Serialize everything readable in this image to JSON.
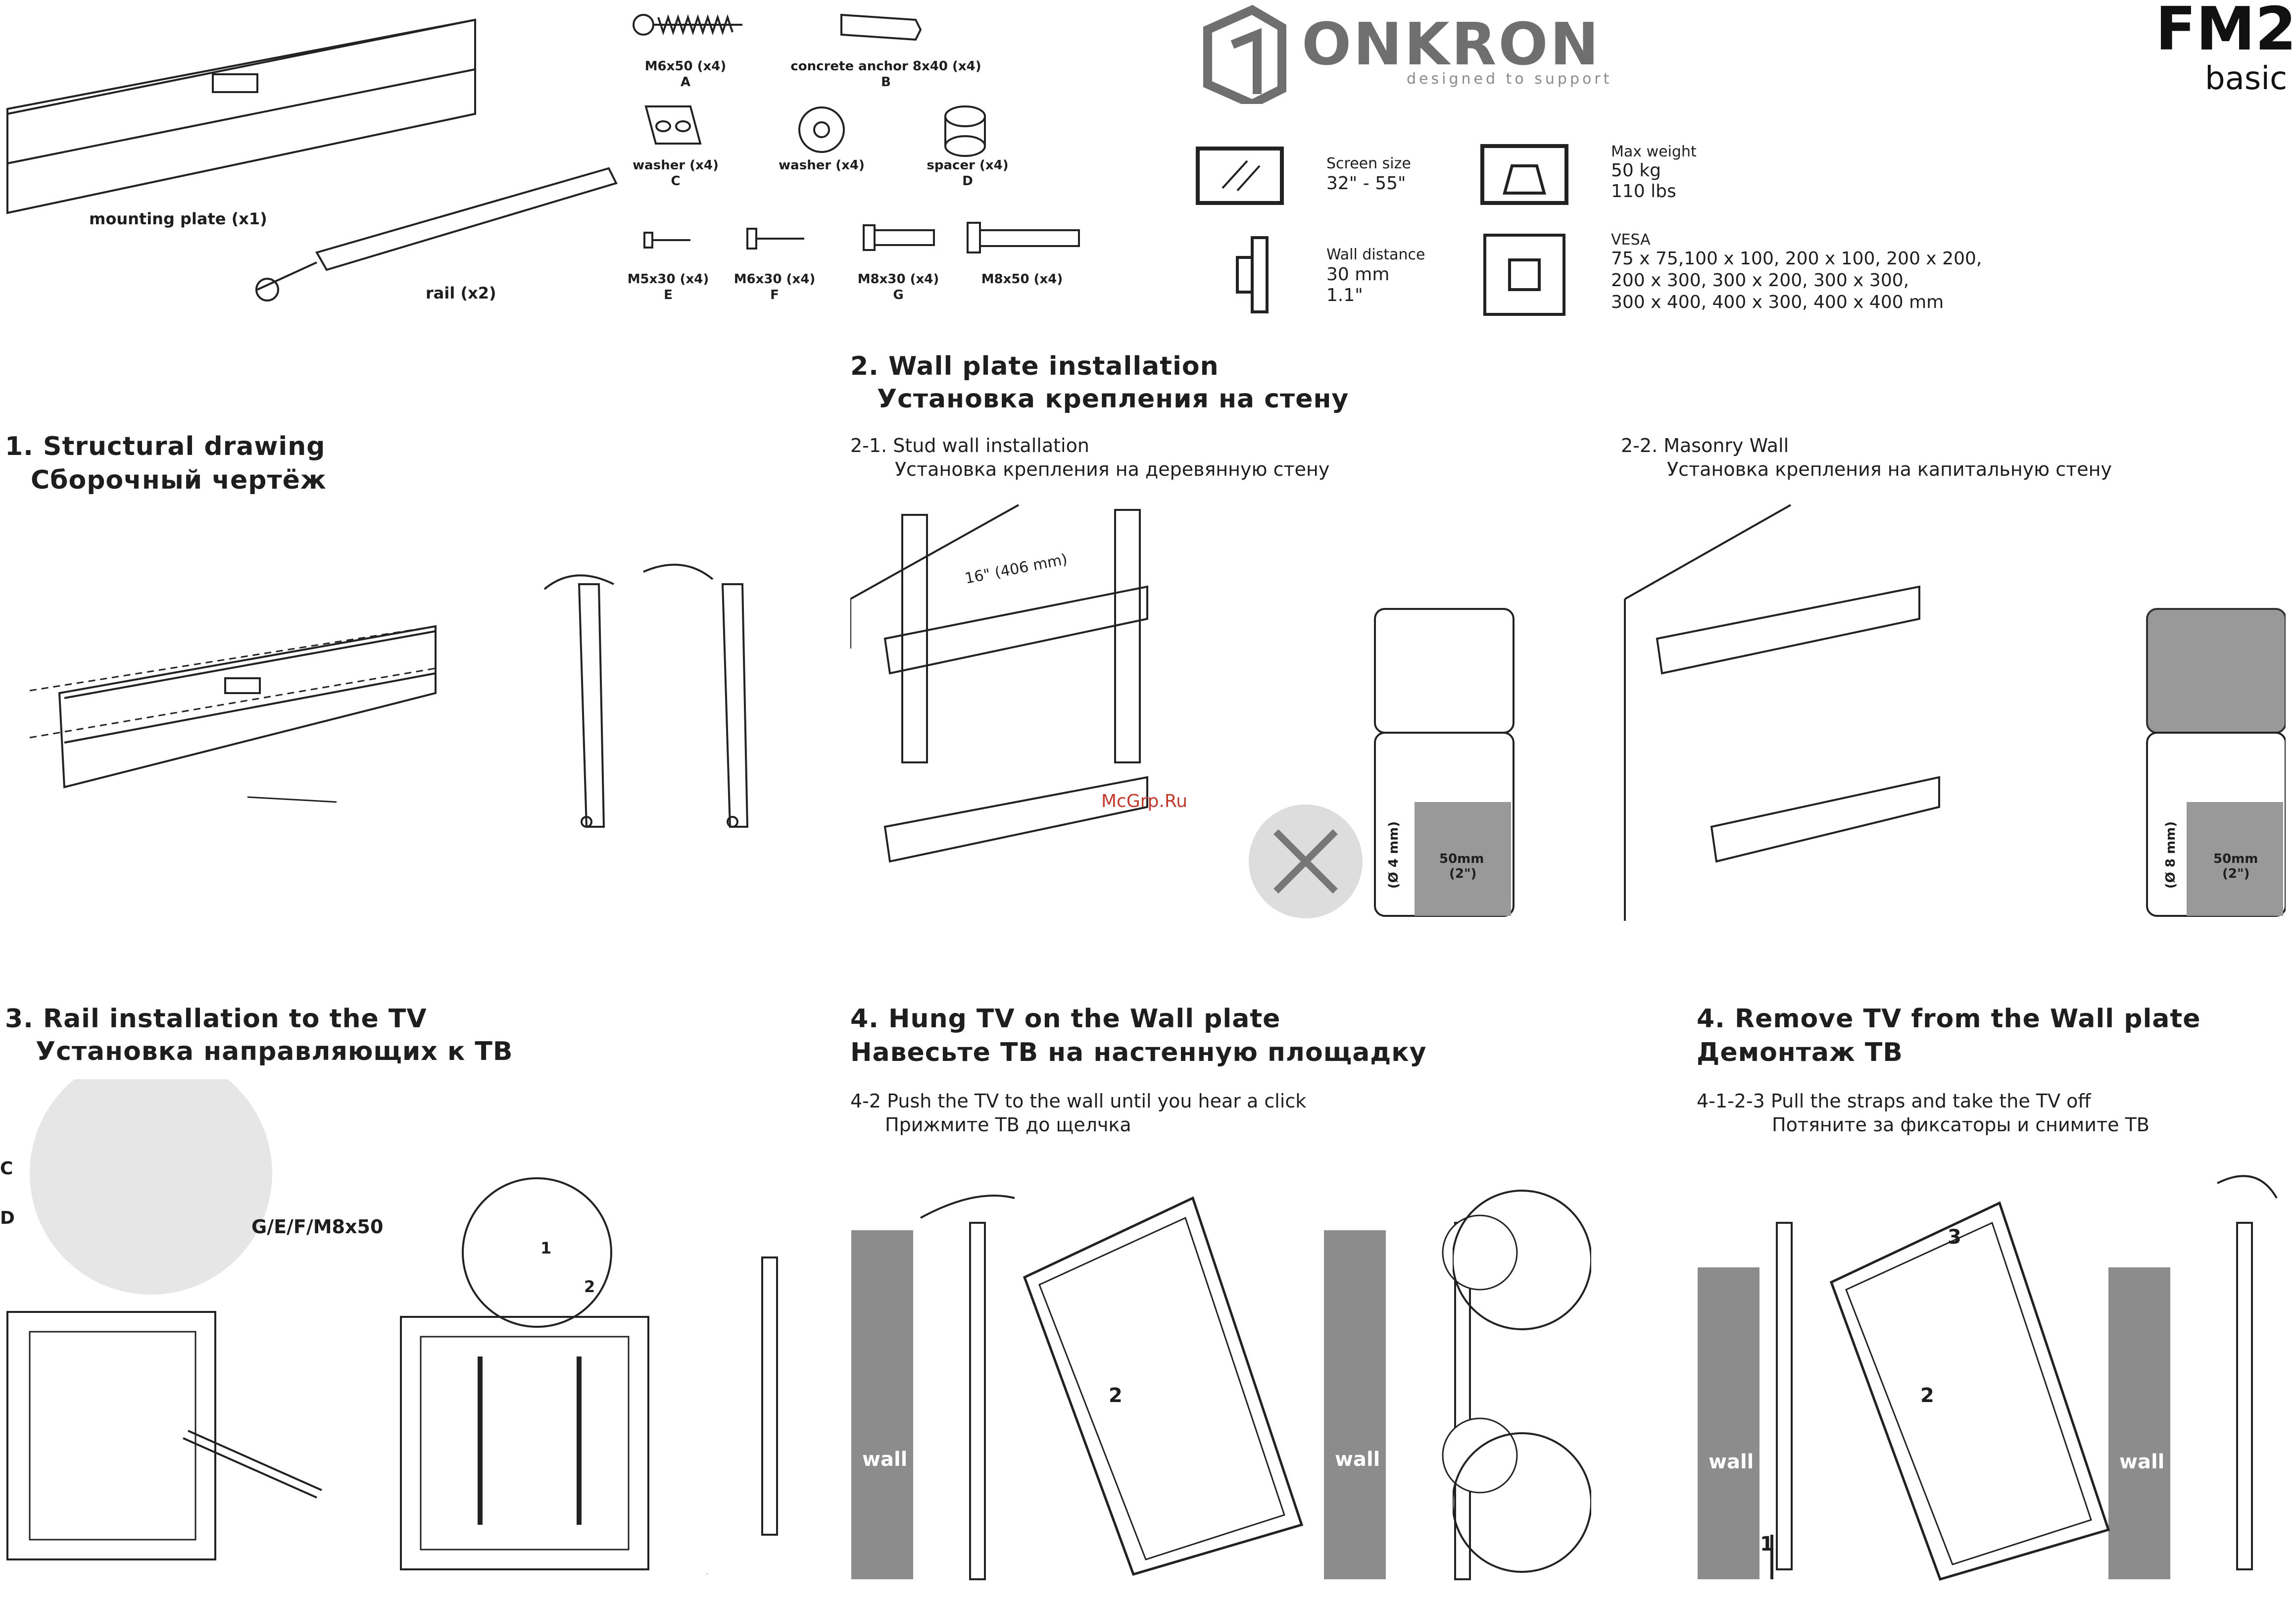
{
  "brand": {
    "name": "ONKRON",
    "tagline": "designed to support"
  },
  "model": {
    "name": "FM2",
    "variant": "basic"
  },
  "parts": {
    "mounting_plate": "mounting plate (x1)",
    "rail": "rail (x2)",
    "a_label": "M6x50 (x4)",
    "a_letter": "A",
    "b_label": "concrete anchor 8x40 (x4)",
    "b_letter": "B",
    "c_label": "washer  (x4)",
    "c_letter": "C",
    "d1_label": "washer (x4)",
    "d_label": "spacer (x4)",
    "d_letter": "D",
    "e_label": "M5x30 (x4)",
    "e_letter": "E",
    "f_label": "M6x30 (x4)",
    "f_letter": "F",
    "g_label": "M8x30 (x4)",
    "g_letter": "G",
    "h_label": "M8x50 (x4)"
  },
  "specs": {
    "screen_label": "Screen size",
    "screen_value": "32\" - 55\"",
    "weight_label": "Max weight",
    "weight_kg": "50 kg",
    "weight_lbs": "110 lbs",
    "wall_label": "Wall distance",
    "wall_mm": "30 mm",
    "wall_in": "1.1\"",
    "vesa_label": "VESA",
    "vesa_line1": "75 x 75,100 x 100, 200 x 100, 200 x 200,",
    "vesa_line2": "200 x 300, 300 x 200, 300 x 300,",
    "vesa_line3": "300 x 400, 400 x 300, 400 x 400 mm"
  },
  "s1": {
    "title": "1. Structural drawing",
    "sub": "Сборочный чертёж"
  },
  "s2": {
    "title": "2. Wall plate installation",
    "sub": "Установка крепления на стену",
    "stud": "2-1. Stud wall installation",
    "stud_ru": "Установка крепления на деревянную стену",
    "span": "16\" (406 mm)",
    "drill_stud": "(Ø 4 mm)",
    "depth_stud": "50mm",
    "depth_stud_in": "(2\")",
    "masonry": "2-2. Masonry Wall",
    "masonry_ru": "Установка крепления на капитальную стену",
    "drill_mas": "(Ø 8 mm)",
    "depth_mas": "50mm",
    "depth_mas_in": "(2\")"
  },
  "watermark": "McGrp.Ru",
  "s3": {
    "title": "3. Rail installation to the TV",
    "sub": "Установка направляющих к ТВ",
    "c": "C",
    "d": "D",
    "screws": "G/E/F/M8x50",
    "n1": "1",
    "n2": "2"
  },
  "s4a": {
    "title": "4. Hung TV on the Wall plate",
    "sub": "Навесьте ТВ на настенную площадку",
    "step": "4-2 Push the TV to the wall until you hear a click",
    "step_ru": "Прижмите ТВ до щелчка",
    "n2": "2",
    "wall": "wall"
  },
  "s4b": {
    "title": "4. Remove TV from the Wall plate",
    "sub": "Демонтаж ТВ",
    "step": "4-1-2-3 Pull the straps and take the TV off",
    "step_ru": "Потяните за фиксаторы и снимите ТВ",
    "n1": "1",
    "n2": "2",
    "n3": "3",
    "wall": "wall"
  }
}
